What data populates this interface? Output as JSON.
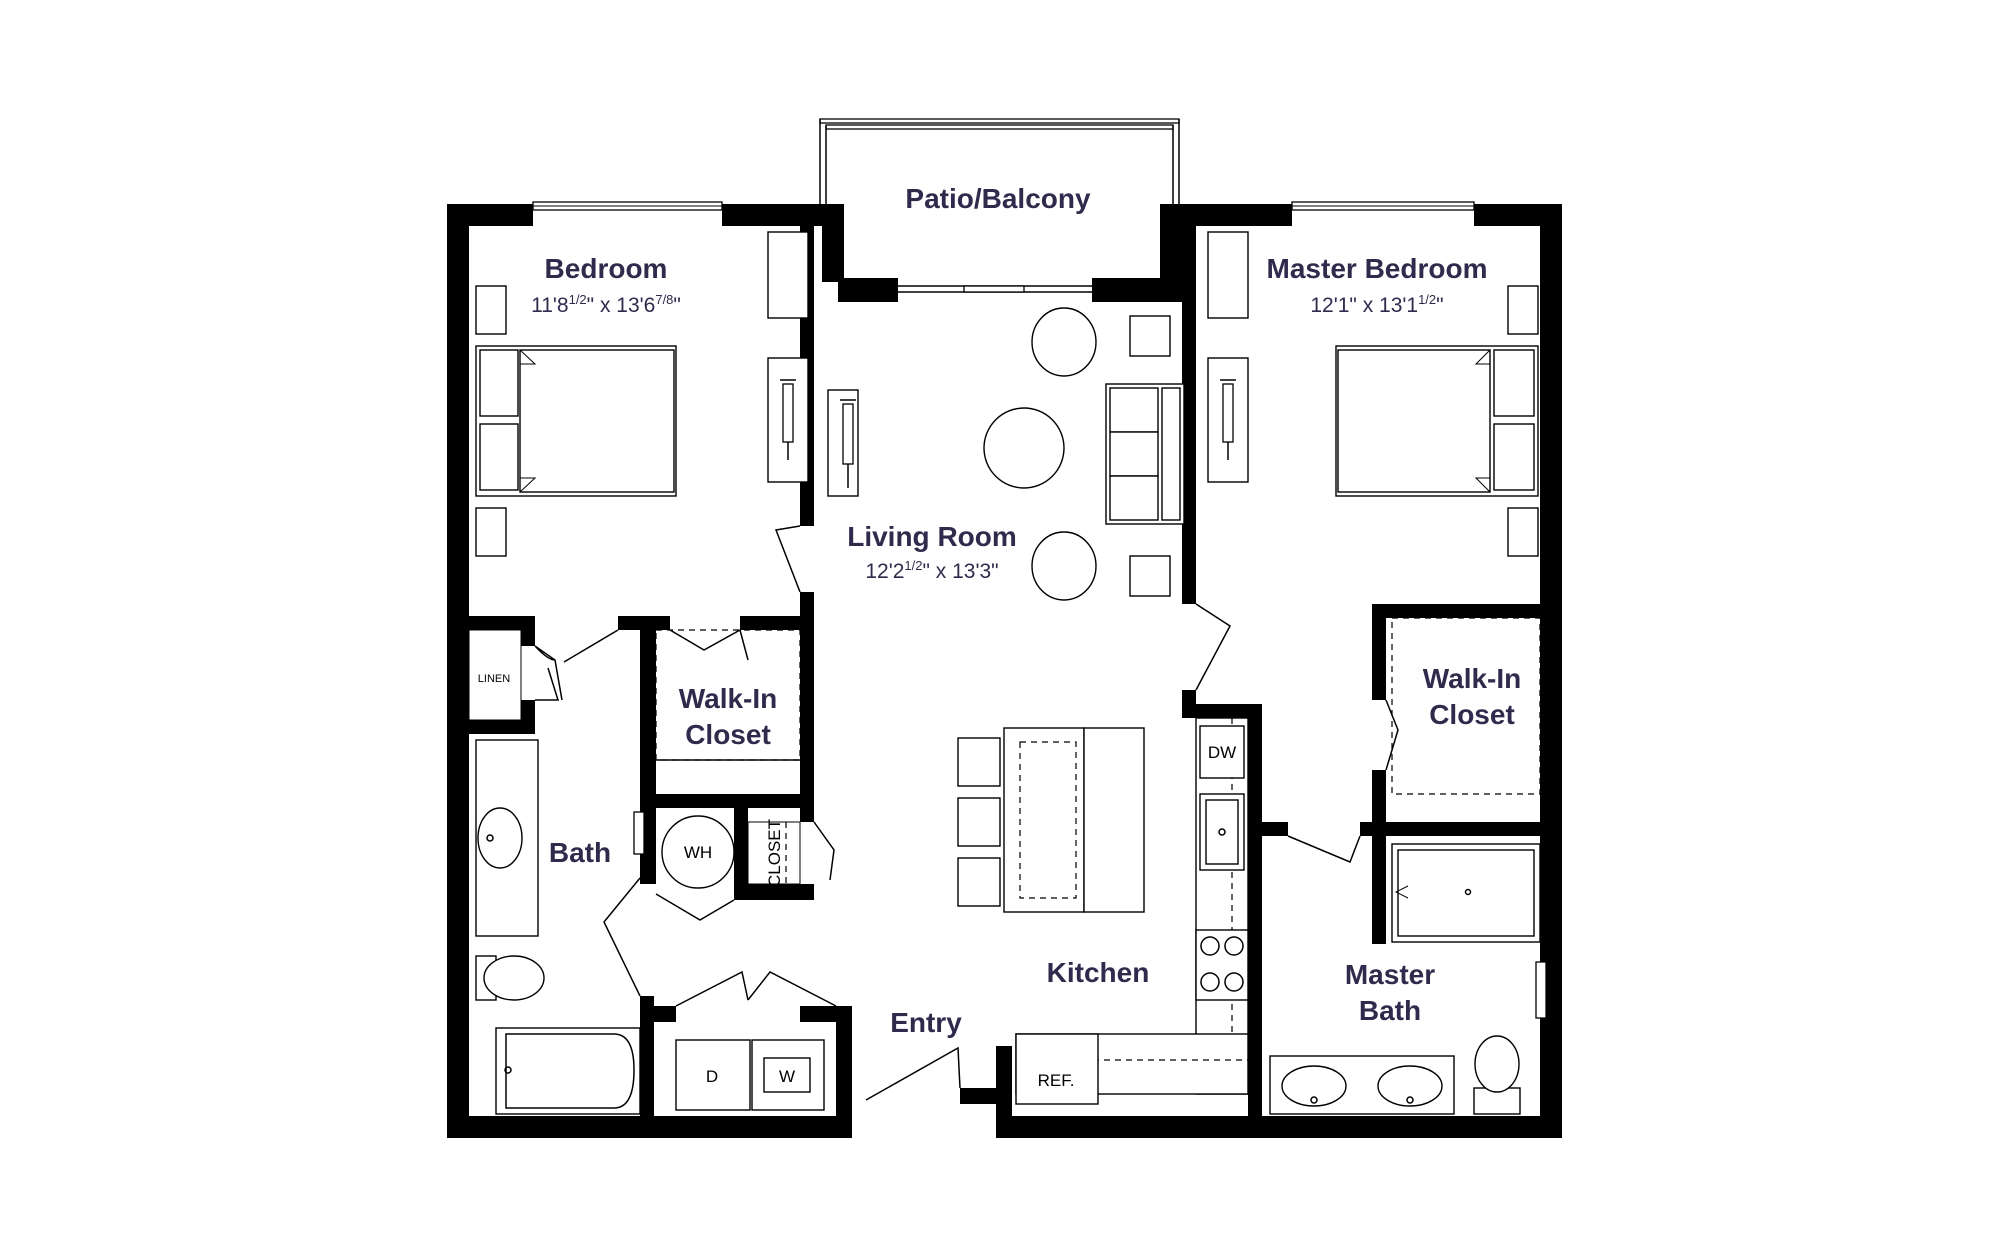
{
  "plan": {
    "rooms": {
      "patio": {
        "name": "Patio/Balcony"
      },
      "bedroom": {
        "name": "Bedroom",
        "dim_a": "11'8",
        "dim_a_sup": "1/2",
        "dim_mid": "\" x 13'6",
        "dim_b_sup": "7/8",
        "dim_end": "\""
      },
      "master_bedroom": {
        "name": "Master Bedroom",
        "dim_a": "12'1\" x 13'1",
        "dim_a_sup": "1/2",
        "dim_end": "\""
      },
      "living_room": {
        "name": "Living Room",
        "dim_a": "12'2",
        "dim_a_sup": "1/2",
        "dim_end": "\" x 13'3\""
      },
      "walk_in_closet_left": {
        "line1": "Walk-In",
        "line2": "Closet"
      },
      "walk_in_closet_right": {
        "line1": "Walk-In",
        "line2": "Closet"
      },
      "bath": {
        "name": "Bath"
      },
      "master_bath": {
        "line1": "Master",
        "line2": "Bath"
      },
      "kitchen": {
        "name": "Kitchen"
      },
      "entry": {
        "name": "Entry"
      }
    },
    "fixtures": {
      "linen": "LINEN",
      "closet": "CLOSET",
      "water_heater": "WH",
      "dishwasher": "DW",
      "dryer": "D",
      "washer": "W",
      "refrigerator": "REF."
    }
  }
}
